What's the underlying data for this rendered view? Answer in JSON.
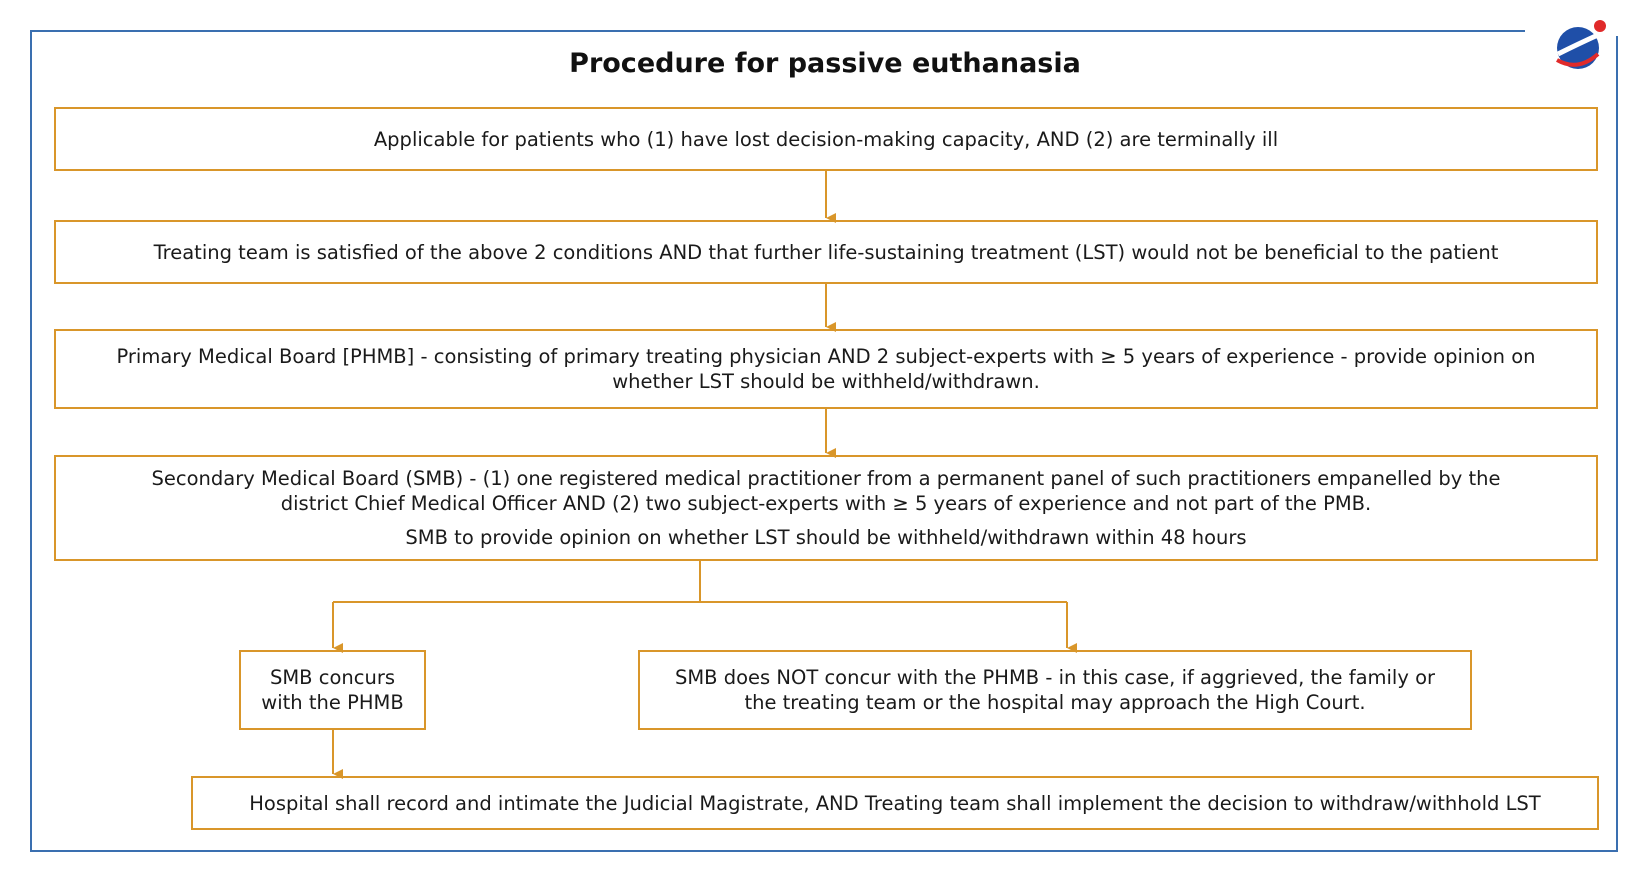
{
  "title": "Procedure for passive euthanasia",
  "colors": {
    "box_border": "#d9962a",
    "connector": "#d9962a",
    "frame": "#3a6fb0",
    "logo_blue": "#1f4fa8",
    "logo_red": "#e02a2a"
  },
  "logo_icon": "globe-logo-icon",
  "steps": {
    "applicability": "Applicable for patients who (1) have lost decision-making capacity, AND (2) are terminally ill",
    "treating_team": "Treating team is satisfied of the above 2 conditions AND that further life-sustaining treatment (LST) would not be beneficial to the patient",
    "phmb": {
      "line1": "Primary Medical Board [PHMB] - consisting of primary treating physician AND 2 subject-experts with ≥ 5 years of experience - provide opinion on",
      "line2": "whether LST should be withheld/withdrawn."
    },
    "smb": {
      "line1": "Secondary Medical Board (SMB) - (1) one registered medical practitioner from a permanent panel of such practitioners empanelled by the",
      "line2": "district Chief Medical Officer AND (2) two subject-experts with ≥ 5 years of experience and not part of the PMB.",
      "line3": "SMB to provide opinion on whether LST should be withheld/withdrawn within 48 hours"
    },
    "concur": {
      "line1": "SMB concurs",
      "line2": "with the PHMB"
    },
    "not_concur": {
      "line1": "SMB does NOT concur with the PHMB - in this case, if aggrieved, the family or",
      "line2": "the treating team or the hospital may approach the High Court."
    },
    "implementation": "Hospital shall record and intimate the Judicial Magistrate, AND Treating team shall implement the decision to withdraw/withhold LST"
  }
}
